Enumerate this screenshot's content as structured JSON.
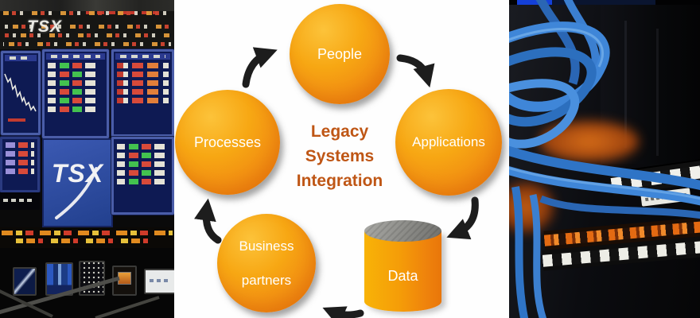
{
  "diagram": {
    "title": {
      "line1": "Legacy",
      "line2": "Systems",
      "line3": "Integration"
    },
    "nodes": {
      "people": {
        "label": "People"
      },
      "applications": {
        "label": "Applications"
      },
      "data": {
        "label": "Data"
      },
      "business_partners": {
        "line1": "Business",
        "line2": "partners"
      },
      "processes": {
        "label": "Processes"
      }
    },
    "flow_order": [
      "People",
      "Applications",
      "Data",
      "Business partners",
      "Processes"
    ],
    "colors": {
      "node_gradient_start": "#fcc33a",
      "node_gradient_end": "#ec7410",
      "node_label": "#ffffff",
      "title_text": "#bf5615",
      "arrow": "#1d1d1d",
      "cylinder_top": "#8b8b87"
    }
  },
  "left_photo": {
    "description": "TSX stock exchange trading floor with LED ticker boards and market data screens",
    "ticker_logo": "TSX",
    "wall_logo": "TSX"
  },
  "right_photo": {
    "description": "Blue network patch cables plugged into a dark server rack patch panel"
  }
}
